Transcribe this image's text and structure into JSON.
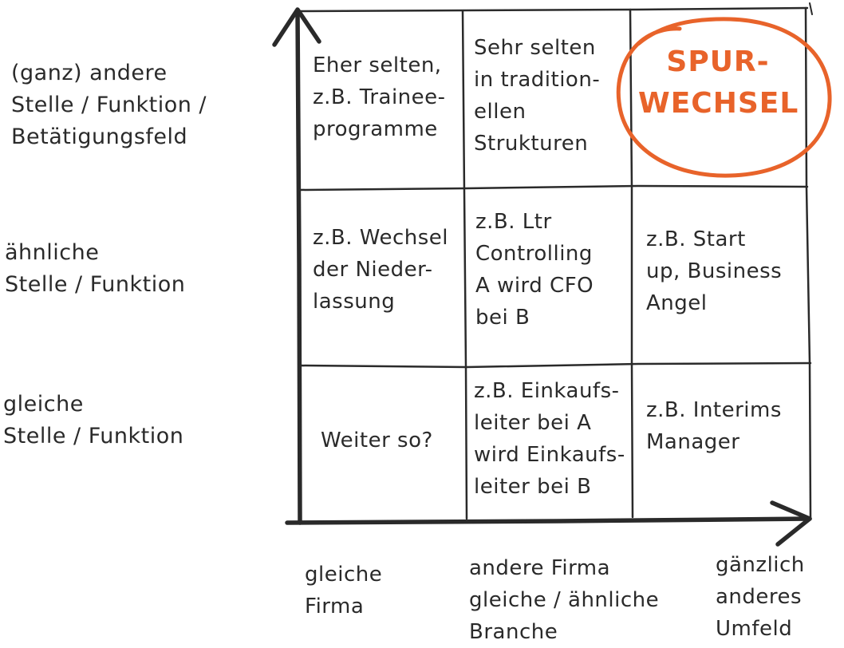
{
  "colors": {
    "ink": "#2a2a2a",
    "accent": "#e8632a"
  },
  "rows": [
    {
      "label": "(ganz) andere\nStelle / Funktion /\nBetätigungsfeld"
    },
    {
      "label": "ähnliche\nStelle / Funktion"
    },
    {
      "label": "gleiche\nStelle / Funktion"
    }
  ],
  "columns": [
    {
      "label": "gleiche\nFirma"
    },
    {
      "label": "andere Firma\ngleiche / ähnliche\nBranche"
    },
    {
      "label": "gänzlich\nanderes\nUmfeld"
    }
  ],
  "cells": {
    "r0c0": "Eher selten,\nz.B. Trainee-\nprogramme",
    "r0c1": "Sehr selten\nin tradition-\nellen\nStrukturen",
    "r0c2": "SPUR-\nWECHSEL",
    "r1c0": "z.B. Wechsel\nder Nieder-\nlassung",
    "r1c1": "z.B. Ltr\nControlling\nA wird CFO\nbei B",
    "r1c2": "z.B. Start\nup, Business\nAngel",
    "r2c0": "Weiter so?",
    "r2c1": "z.B. Einkaufs-\nleiter bei A\nwird Einkaufs-\nleiter bei B",
    "r2c2": "z.B. Interims\nManager"
  }
}
